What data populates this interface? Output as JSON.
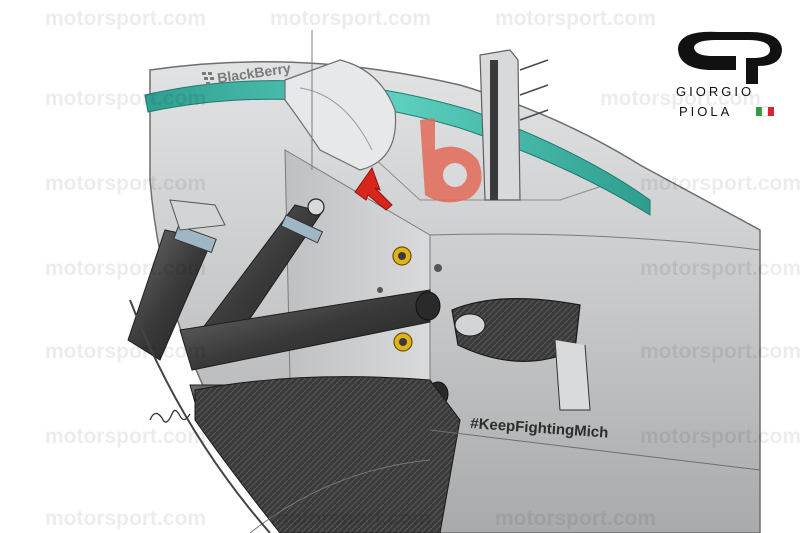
{
  "illustration": {
    "sponsor_text": "BlackBerry",
    "hashtag_text": "#KeepFightingMich",
    "watermark_text": "motorsport.com",
    "logo": {
      "line1": "GIORGIO",
      "line2": "PIOLA",
      "flag_colors": [
        "#2e9e3a",
        "#ffffff",
        "#d8262c"
      ]
    },
    "colors": {
      "teal_stripe": "#3bb7a6",
      "arrow_red": "#d9261c",
      "bodywork": "#c9cacb",
      "carbon": "#3a3a3a"
    }
  }
}
